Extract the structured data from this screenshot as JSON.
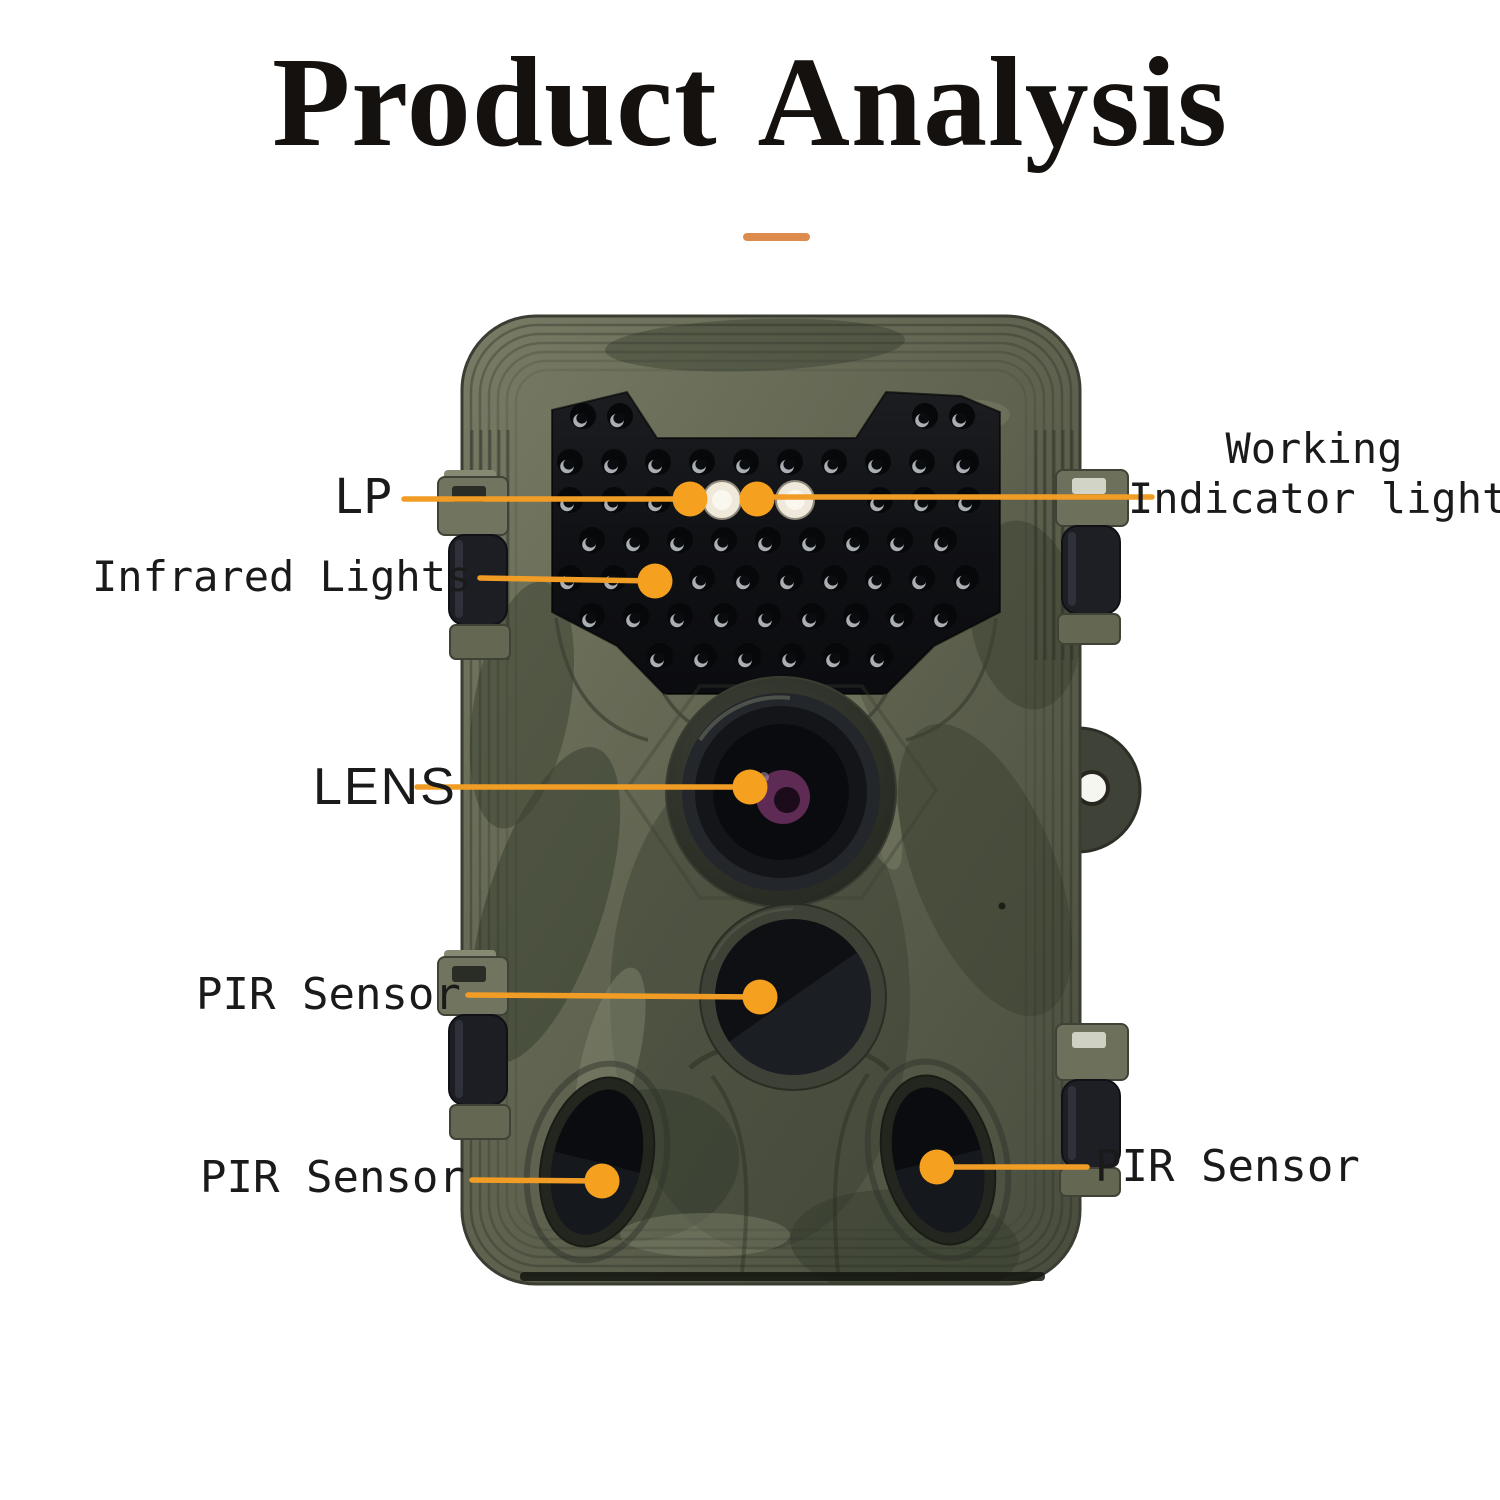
{
  "title": {
    "text": "Product Analysis"
  },
  "colors": {
    "background": "#FFFFFF",
    "accent_orange": "#F19D25",
    "divider_orange": "#DD8C4D",
    "label_text": "#1A1A1A"
  },
  "callouts": {
    "lp": {
      "label": "LP"
    },
    "working_indicator": {
      "line1": "Working",
      "line2": "Indicator light"
    },
    "infrared_lights": {
      "label": "Infrared Lights"
    },
    "lens": {
      "label": "LENS"
    },
    "pir_middle": {
      "label": "PIR Sensor"
    },
    "pir_bottom_left": {
      "label": "PIR Sensor"
    },
    "pir_bottom_right": {
      "label": "PIR Sensor"
    }
  }
}
